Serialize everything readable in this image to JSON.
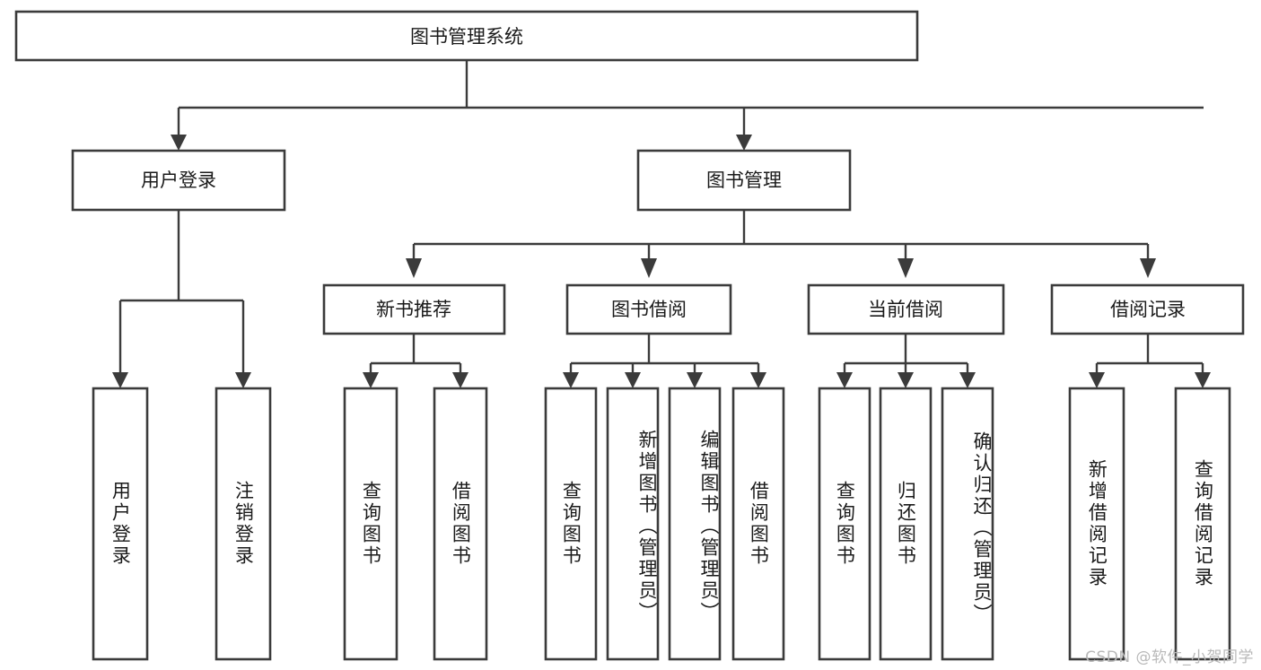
{
  "diagram": {
    "title": "图书管理系统",
    "type": "tree-hierarchy",
    "watermark": "CSDN @软件_小贺同学",
    "colors": {
      "box_stroke": "#3b3b3b",
      "box_fill": "#ffffff",
      "connector": "#3b3b3b",
      "text": "#1a1a1a",
      "background": "#ffffff",
      "watermark": "#b9b9b9"
    },
    "root": {
      "label": "图书管理系统"
    },
    "level2": [
      {
        "label": "用户登录"
      },
      {
        "label": "图书管理"
      }
    ],
    "level3": [
      {
        "label": "新书推荐"
      },
      {
        "label": "图书借阅"
      },
      {
        "label": "当前借阅"
      },
      {
        "label": "借阅记录"
      }
    ],
    "leaves": {
      "user_login": [
        {
          "label": "用户登录"
        },
        {
          "label": "注销登录"
        }
      ],
      "new_book_recommend": [
        {
          "label": "查询图书"
        },
        {
          "label": "借阅图书"
        }
      ],
      "book_borrow": [
        {
          "label": "查询图书"
        },
        {
          "label": "新增图书（管理员）"
        },
        {
          "label": "编辑图书（管理员）"
        },
        {
          "label": "借阅图书"
        }
      ],
      "current_borrow": [
        {
          "label": "查询图书"
        },
        {
          "label": "归还图书"
        },
        {
          "label": "确认归还（管理员）"
        }
      ],
      "borrow_record": [
        {
          "label": "新增借阅记录"
        },
        {
          "label": "查询借阅记录"
        }
      ]
    }
  }
}
